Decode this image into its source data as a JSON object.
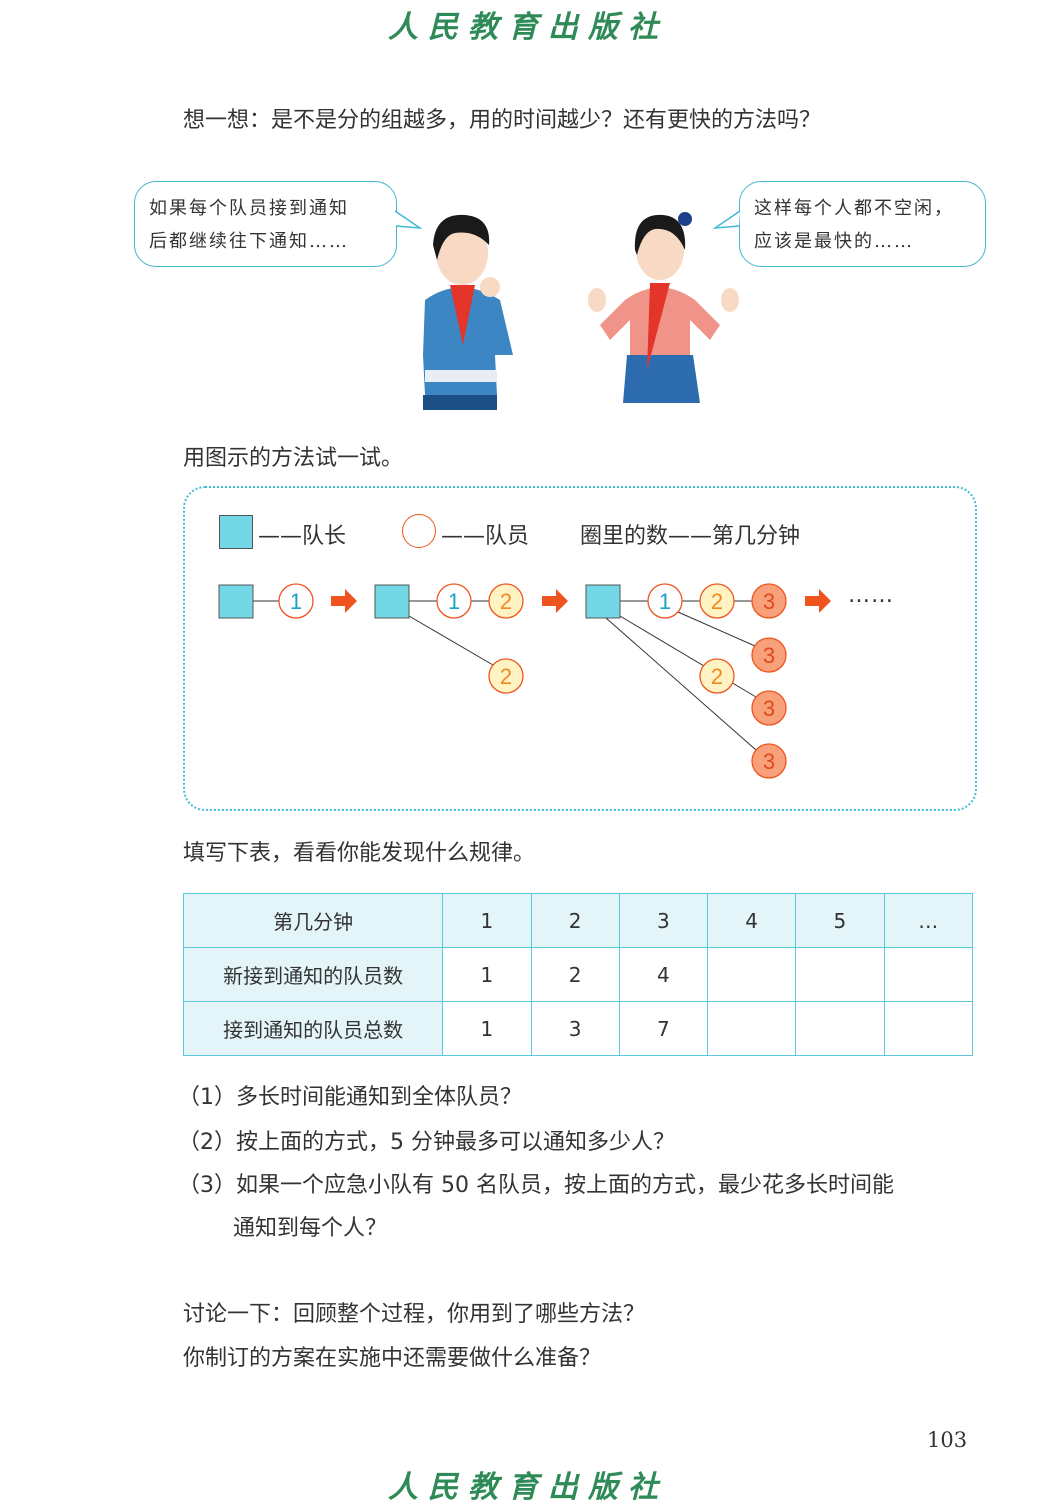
{
  "publisher_logo": "人民教育出版社",
  "think_prompt": "想一想：是不是分的组越多，用的时间越少？还有更快的方法吗？",
  "bubbles": {
    "boy": [
      "如果每个队员接到通知",
      "后都继续往下通知……"
    ],
    "girl": [
      "这样每个人都不空闲，",
      "应该是最快的……"
    ]
  },
  "diagram_prompt": "用图示的方法试一试。",
  "legend": {
    "leader": "——队长",
    "member": "——队员",
    "number": "圈里的数——第几分钟"
  },
  "diagram": {
    "step1": [
      "1"
    ],
    "step2": [
      "1",
      "2",
      "2"
    ],
    "step3": [
      "1",
      "2",
      "3",
      "3",
      "2",
      "3",
      "3"
    ],
    "ellipsis": "……",
    "colors": {
      "leader": "#74d7e6",
      "minute1": "#ffffff",
      "minute2": "#fff3c4",
      "minute3": "#f7a07a",
      "arrow": "#f0541e"
    }
  },
  "table_prompt": "填写下表，看看你能发现什么规律。",
  "table": {
    "rows": [
      [
        "第几分钟",
        "1",
        "2",
        "3",
        "4",
        "5",
        "…"
      ],
      [
        "新接到通知的队员数",
        "1",
        "2",
        "4",
        "",
        "",
        ""
      ],
      [
        "接到通知的队员总数",
        "1",
        "3",
        "7",
        "",
        "",
        ""
      ]
    ]
  },
  "questions": [
    "（1）多长时间能通知到全体队员？",
    "（2）按上面的方式，5 分钟最多可以通知多少人？",
    "（3）如果一个应急小队有 50 名队员，按上面的方式，最少花多长时间能",
    "通知到每个人？"
  ],
  "discussion": [
    "讨论一下：回顾整个过程，你用到了哪些方法？",
    "你制订的方案在实施中还需要做什么准备？"
  ],
  "page_number": "103"
}
